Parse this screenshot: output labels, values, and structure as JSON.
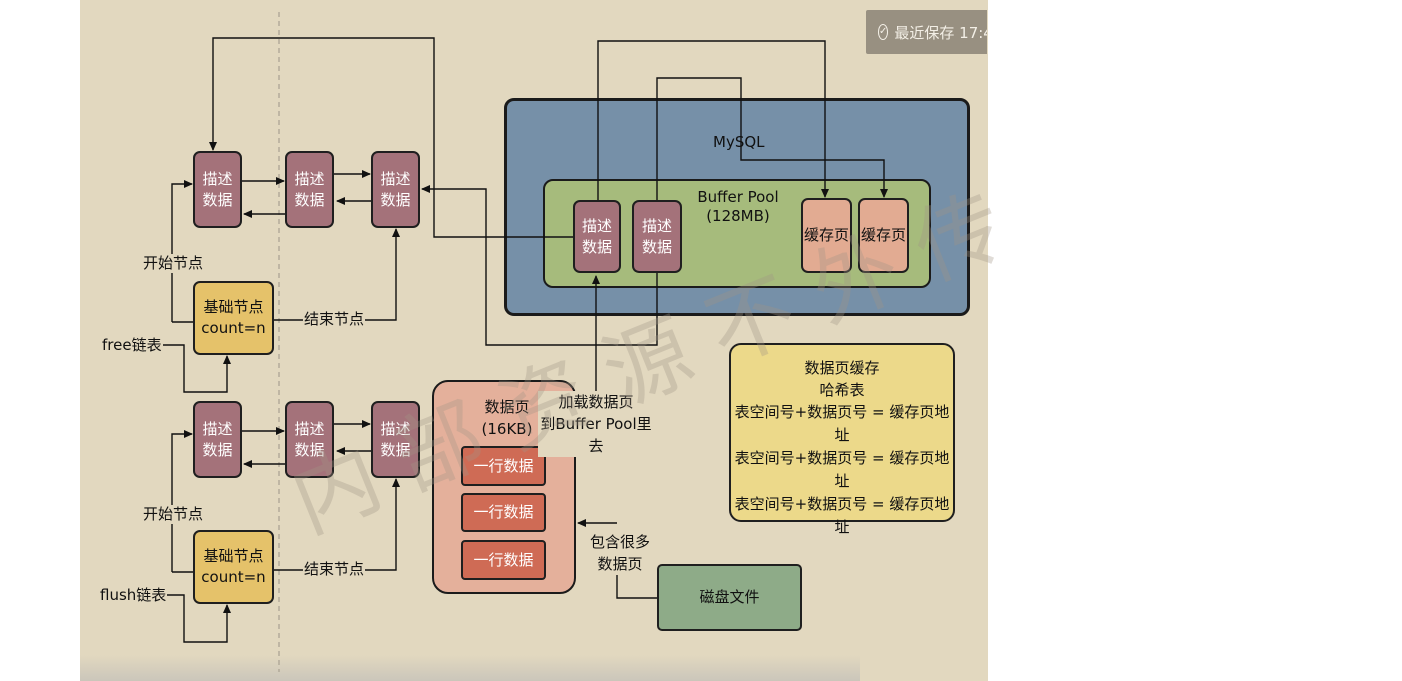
{
  "badge": {
    "text": "最近保存 17:4"
  },
  "watermark": "内部资源不外传",
  "mysql": {
    "title": "MySQL"
  },
  "buffer_pool": {
    "title": "Buffer Pool\n(128MB)"
  },
  "pool": {
    "desc_label": "描述\n数据",
    "cache_label": "缓存页"
  },
  "free_list": {
    "desc_label": "描述\n数据",
    "base_node": "基础节点\ncount=n",
    "start_label": "开始节点",
    "end_label": "结束节点",
    "list_label": "free链表"
  },
  "flush_list": {
    "desc_label": "描述\n数据",
    "base_node": "基础节点\ncount=n",
    "start_label": "开始节点",
    "end_label": "结束节点",
    "list_label": "flush链表"
  },
  "data_page": {
    "title": "数据页\n(16KB)",
    "row_label": "一行数据"
  },
  "load_label": "加载数据页\n到Buffer Pool里去",
  "contains_label": "包含很多\n数据页",
  "disk_file": "磁盘文件",
  "hash_table": {
    "title": "数据页缓存\n哈希表",
    "lines": [
      "表空间号+数据页号 = 缓存页地址",
      "表空间号+数据页号 = 缓存页地址",
      "表空间号+数据页号 = 缓存页地址"
    ]
  }
}
